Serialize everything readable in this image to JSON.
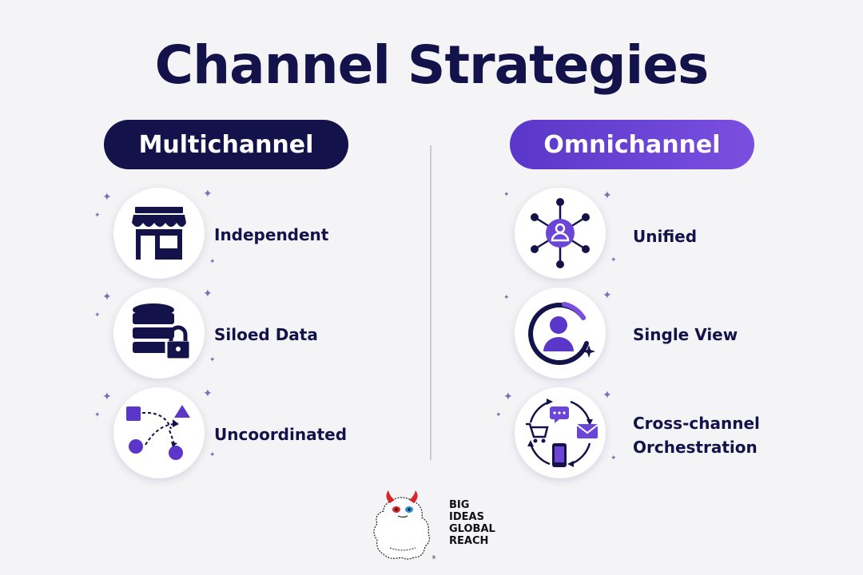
{
  "title": "Channel Strategies",
  "columns": [
    {
      "heading": "Multichannel",
      "items": [
        {
          "label": "Independent",
          "icon": "storefront-icon"
        },
        {
          "label": "Siloed Data",
          "icon": "locked-database-icon"
        },
        {
          "label": "Uncoordinated",
          "icon": "scattered-shapes-icon"
        }
      ]
    },
    {
      "heading": "Omnichannel",
      "items": [
        {
          "label": "Unified",
          "icon": "hub-network-icon"
        },
        {
          "label": "Single View",
          "icon": "user-circle-icon"
        },
        {
          "label_lines": [
            "Cross-channel",
            "Orchestration"
          ],
          "icon": "channel-cycle-icon"
        }
      ]
    }
  ],
  "logo": {
    "lines": [
      "BIG",
      "IDEAS",
      "GLOBAL",
      "REACH"
    ],
    "mark": "yeti-mascot-icon"
  },
  "colors": {
    "navy": "#14124a",
    "purple": "#5a37c8",
    "purple_light": "#7a4fe0",
    "background": "#f4f4f6"
  }
}
